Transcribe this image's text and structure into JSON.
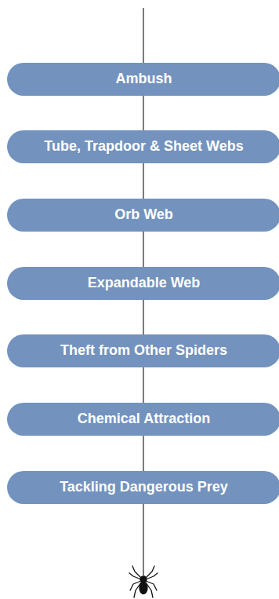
{
  "diagram": {
    "nodes": [
      {
        "text": [
          "Ambush"
        ]
      },
      {
        "text": [
          "Tube, Trapdoor & Sheet Webs"
        ]
      },
      {
        "text": [
          "Orb Web"
        ]
      },
      {
        "text": [
          "Expandable Web"
        ]
      },
      {
        "text": [
          "Theft from Other Spiders"
        ]
      },
      {
        "text": [
          "Chemical Attraction"
        ]
      },
      {
        "text": [
          "Tackling Dangerous Prey"
        ]
      }
    ],
    "edges": [
      {
        "from": 0,
        "to": 1,
        "arrow": "none"
      },
      {
        "from": 1,
        "to": 2,
        "arrow": "none"
      },
      {
        "from": 2,
        "to": 3,
        "arrow": "none"
      },
      {
        "from": 3,
        "to": 4,
        "arrow": "none"
      },
      {
        "from": 4,
        "to": 5,
        "arrow": "none"
      },
      {
        "from": 5,
        "to": 6,
        "arrow": "none"
      }
    ]
  }
}
